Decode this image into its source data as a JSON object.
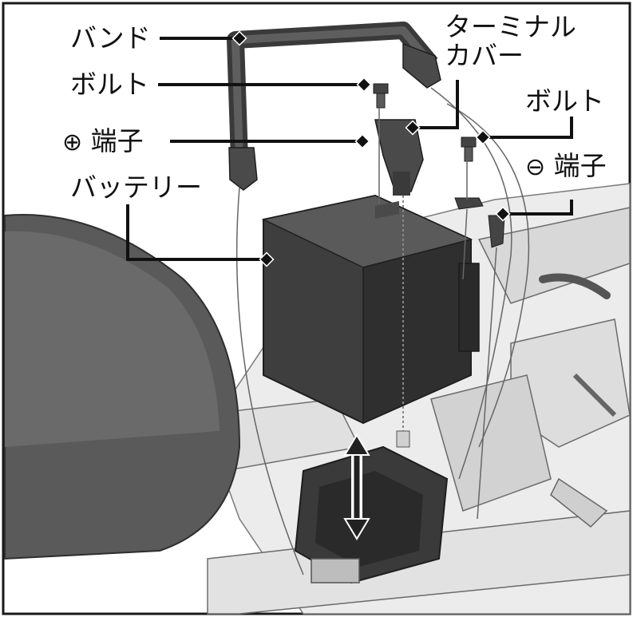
{
  "colors": {
    "frame": "#1a1a1a",
    "leader": "#111111",
    "bg_light": "#e6e6e6",
    "part_dark": "#3e3e3e",
    "part_mid": "#5a5a5a",
    "part_light": "#9a9a9a"
  },
  "labels": {
    "band": "バンド",
    "bolt_left": "ボルト",
    "terminal_cover": "ターミナル\nカバー",
    "positive_symbol": "⊕",
    "positive_terminal": "端子",
    "bolt_right": "ボルト",
    "negative_symbol": "⊖",
    "negative_terminal": "端子",
    "battery": "バッテリー"
  },
  "icons": {
    "arrow": "double-arrow-up-down"
  }
}
